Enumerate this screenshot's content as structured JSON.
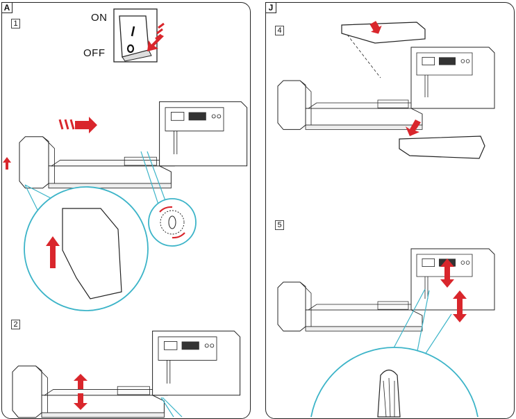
{
  "panels": [
    {
      "letter": "A",
      "steps": [
        "1",
        "2"
      ]
    },
    {
      "letter": "J",
      "steps": [
        "4",
        "5"
      ]
    }
  ],
  "switch": {
    "on_label": "ON",
    "off_label": "OFF",
    "on_glyph": "I",
    "off_glyph": "O"
  },
  "colors": {
    "outline": "#222222",
    "arrow": "#d9262c",
    "callout": "#3cb4c8"
  },
  "icons": [
    "power-switch-icon",
    "push-arrow-icon",
    "lift-arrow-icon",
    "rotate-arrows-icon"
  ]
}
